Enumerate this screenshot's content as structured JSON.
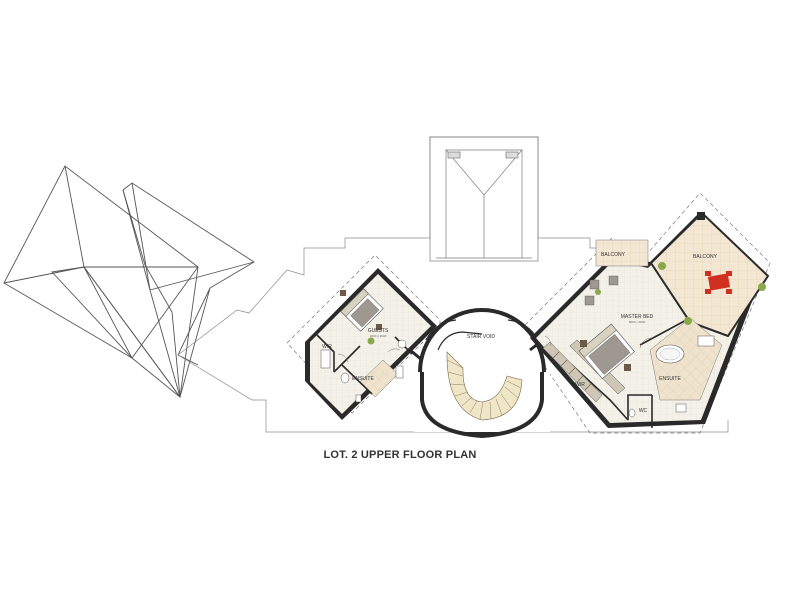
{
  "plan": {
    "caption": "LOT. 2 UPPER FLOOR PLAN",
    "rooms": {
      "guests": "GUESTS",
      "guests_size": "3400 x 3600",
      "wir_guests": "WIR",
      "ensuite_guests": "ENSUITE",
      "stair_void": "STAIR VOID",
      "balcony_small": "BALCONY",
      "master_bed": "MASTER BED",
      "master_bed_size": "5800 x 4800",
      "wir_master": "WIR",
      "ensuite_master": "ENSUITE",
      "wc": "WC",
      "balcony_large": "BALCONY"
    },
    "colors": {
      "floor": "#f2efe4",
      "balcony_tile": "#f3e6d2",
      "stair": "#efe6c8",
      "wall": "#2a2a2a",
      "table": "#d0301f",
      "plant": "#8aa84a",
      "line": "#6a6a6a"
    }
  }
}
